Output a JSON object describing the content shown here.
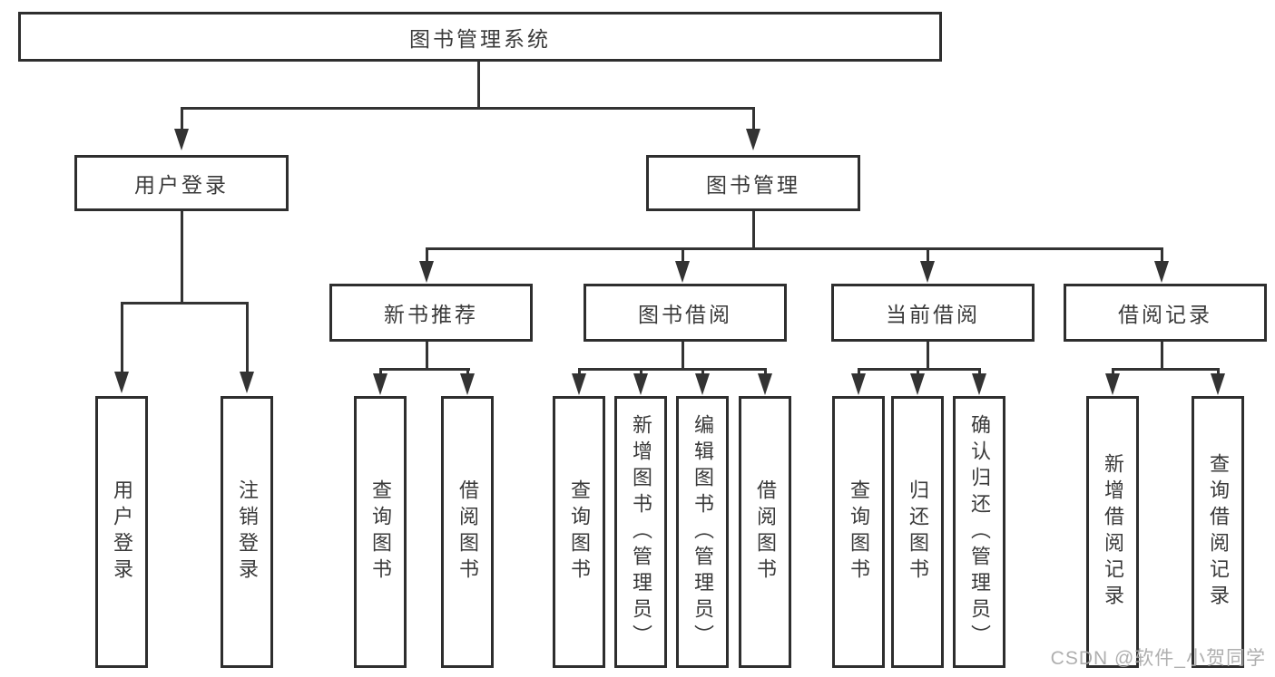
{
  "diagram": {
    "root": "图书管理系统",
    "level2": [
      "用户登录",
      "图书管理"
    ],
    "level3": [
      "新书推荐",
      "图书借阅",
      "当前借阅",
      "借阅记录"
    ],
    "leaves": {
      "user": [
        "用户登录",
        "注销登录"
      ],
      "newbook": [
        "查询图书",
        "借阅图书"
      ],
      "borrow": [
        "查询图书",
        "新增图书（管理员）",
        "编辑图书（管理员）",
        "借阅图书"
      ],
      "current": [
        "查询图书",
        "归还图书",
        "确认归还（管理员）"
      ],
      "records": [
        "新增借阅记录",
        "查询借阅记录"
      ]
    }
  },
  "watermark": "CSDN @软件_小贺同学",
  "colors": {
    "line": "#333333",
    "text": "#3a3a3a",
    "watermark": "#a8a8a8"
  }
}
